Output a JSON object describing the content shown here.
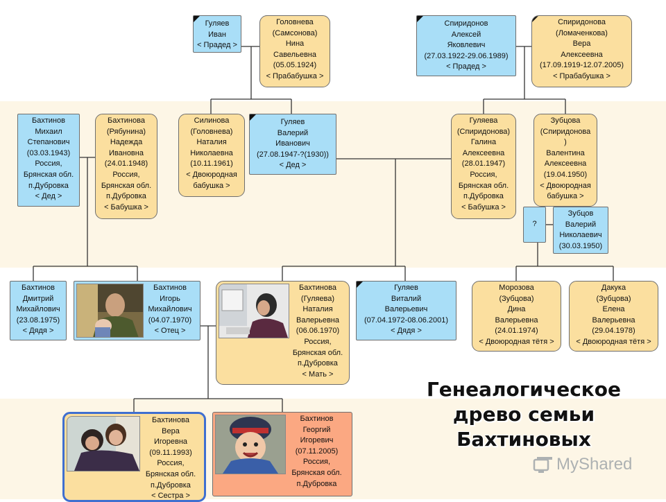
{
  "title": [
    "Генеалогическое",
    "древо семьи",
    "Бахтиновых"
  ],
  "watermark": "MyShared",
  "cards": {
    "ivan": [
      "Гуляев",
      "Иван",
      "< Прадед >"
    ],
    "nina": [
      "Головнева",
      "(Самсонова)",
      "Нина",
      "Савельевна",
      "(05.05.1924)",
      "< Прабабушка >"
    ],
    "aleksei": [
      "Спиридонов",
      "Алексей",
      "Яковлевич",
      "(27.03.1922-29.06.1989)",
      "< Прадед >"
    ],
    "vera_s": [
      "Спиридонова",
      "(Ломаченкова)",
      "Вера",
      "Алексеевна",
      "(17.09.1919-12.07.2005)",
      "< Прабабушка >"
    ],
    "mikhail": [
      "Бахтинов",
      "Михаил",
      "Степанович",
      "(03.03.1943)",
      "Россия,",
      "Брянская обл.",
      "п.Дубровка",
      "< Дед >"
    ],
    "nadezhda": [
      "Бахтинова",
      "(Рябунина)",
      "Надежда",
      "Ивановна",
      "(24.01.1948)",
      "Россия,",
      "Брянская обл.",
      "п.Дубровка",
      "< Бабушка >"
    ],
    "natalia_s": [
      "Силинова",
      "(Головнева)",
      "Наталия",
      "Николаевна",
      "(10.11.1961)",
      "< Двоюродная",
      "бабушка >"
    ],
    "valerii": [
      "Гуляев",
      "Валерий",
      "Иванович",
      "(27.08.1947-?(1930))",
      "< Дед >"
    ],
    "galina": [
      "Гуляева",
      "(Спиридонова)",
      "Галина",
      "Алексеевна",
      "(28.01.1947)",
      "Россия,",
      "Брянская обл.",
      "п.Дубровка",
      "< Бабушка >"
    ],
    "valentina": [
      "Зубцова",
      "(Спиридонова",
      ")",
      "Валентина",
      "Алексеевна",
      "(19.04.1950)",
      "< Двоюродная",
      "бабушка >"
    ],
    "unknown": [
      "?"
    ],
    "valerii_z": [
      "Зубцов",
      "Валерий",
      "Николаевич",
      "(30.03.1950)"
    ],
    "dmitrii": [
      "Бахтинов",
      "Дмитрий",
      "Михайлович",
      "(23.08.1975)",
      "< Дядя >"
    ],
    "igor": [
      "Бахтинов",
      "Игорь",
      "Михайлович",
      "(04.07.1970)",
      "< Отец >"
    ],
    "natalia_g": [
      "Бахтинова",
      "(Гуляева)",
      "Наталия",
      "Валерьевна",
      "(06.06.1970)",
      "Россия,",
      "Брянская обл.",
      "п.Дубровка",
      "< Мать >"
    ],
    "vitalii": [
      "Гуляев",
      "Виталий",
      "Валерьевич",
      "(07.04.1972-08.06.2001)",
      "< Дядя >"
    ],
    "dina": [
      "Морозова",
      "(Зубцова)",
      "Дина",
      "Валерьевна",
      "(24.01.1974)",
      "< Двоюродная тётя >"
    ],
    "elena": [
      "Дакука",
      "(Зубцова)",
      "Елена",
      "Валерьевна",
      "(29.04.1978)",
      "< Двоюродная тётя >"
    ],
    "vera_b": [
      "Бахтинова",
      "Вера",
      "Игоревна",
      "(09.11.1993)",
      "Россия,",
      "Брянская обл.",
      "п.Дубровка",
      "< Сестра >"
    ],
    "georgii": [
      "Бахтинов",
      "Георгий",
      "Игоревич",
      "(07.11.2005)",
      "Россия,",
      "Брянская обл.",
      "п.Дубровка"
    ]
  },
  "colors": {
    "male_box": "#a9def7",
    "female_box": "#fbdf9f",
    "highlight_box": "#fba882",
    "selected_border": "#3f6fd0",
    "generation_band": "#fdf6e6"
  }
}
